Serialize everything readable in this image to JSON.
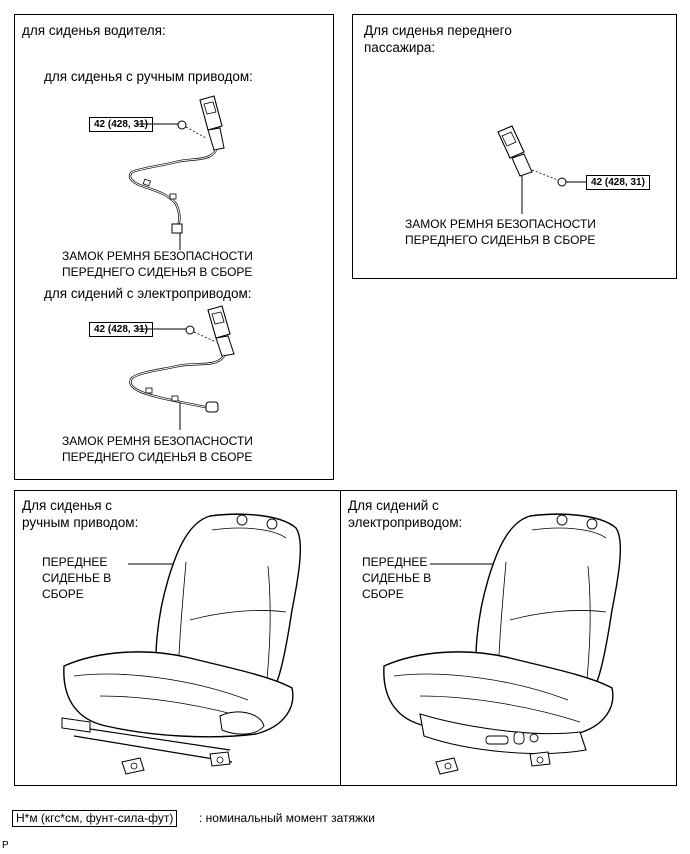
{
  "driver": {
    "heading": "для сиденья водителя:",
    "manual": {
      "label": "для сиденья с ручным приводом:",
      "torque": "42 (428, 31)",
      "part": "ЗАМОК РЕМНЯ БЕЗОПАСНОСТИ\nПЕРЕДНЕГО СИДЕНЬЯ В СБОРЕ"
    },
    "power": {
      "label": "для сидений с электроприводом:",
      "torque": "42 (428, 31)",
      "part": "ЗАМОК РЕМНЯ БЕЗОПАСНОСТИ\nПЕРЕДНЕГО СИДЕНЬЯ В СБОРЕ"
    }
  },
  "passenger": {
    "heading": "Для сиденья переднего\nпассажира:",
    "torque": "42 (428, 31)",
    "part": "ЗАМОК РЕМНЯ БЕЗОПАСНОСТИ\nПЕРЕДНЕГО СИДЕНЬЯ В СБОРЕ"
  },
  "seat_manual": {
    "heading": "Для сиденья с\nручным приводом:",
    "part": "ПЕРЕДНЕЕ\nСИДЕНЬЕ В\nСБОРЕ"
  },
  "seat_power": {
    "heading": "Для сидений с\nэлектроприводом:",
    "part": "ПЕРЕДНЕЕ\nСИДЕНЬЕ В\nСБОРЕ"
  },
  "legend": {
    "unit": "Н*м (кгс*см, фунт-сила-фут)",
    "desc": ": номинальный момент затяжки"
  },
  "corner_mark": "P"
}
